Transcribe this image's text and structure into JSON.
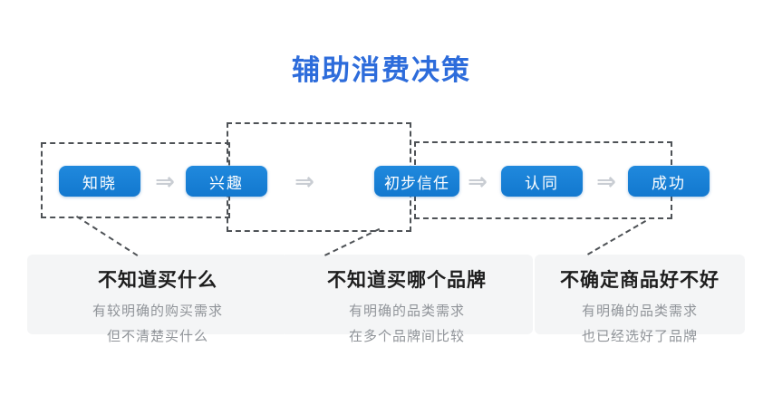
{
  "title": "辅助消费决策",
  "colors": {
    "title_blue": "#2d6cdb",
    "pill_blue": "#1680d8",
    "arrow_gray": "#c9cdd3",
    "dash_gray": "#4e5256",
    "panel_bg": "#f4f5f6",
    "panel_title_text": "#1e1e1e",
    "panel_body_text": "#909499"
  },
  "flow": {
    "arrow": "⇒",
    "stages": [
      {
        "label": "知晓"
      },
      {
        "label": "兴趣"
      },
      {
        "label": "初步信任"
      },
      {
        "label": "认同"
      },
      {
        "label": "成功"
      }
    ]
  },
  "panels": [
    {
      "title": "不知道买什么",
      "lines": [
        "有较明确的购买需求",
        "但不清楚买什么"
      ]
    },
    {
      "title": "不知道买哪个品牌",
      "lines": [
        "有明确的品类需求",
        "在多个品牌间比较"
      ]
    },
    {
      "title": "不确定商品好不好",
      "lines": [
        "有明确的品类需求",
        "也已经选好了品牌"
      ]
    }
  ]
}
